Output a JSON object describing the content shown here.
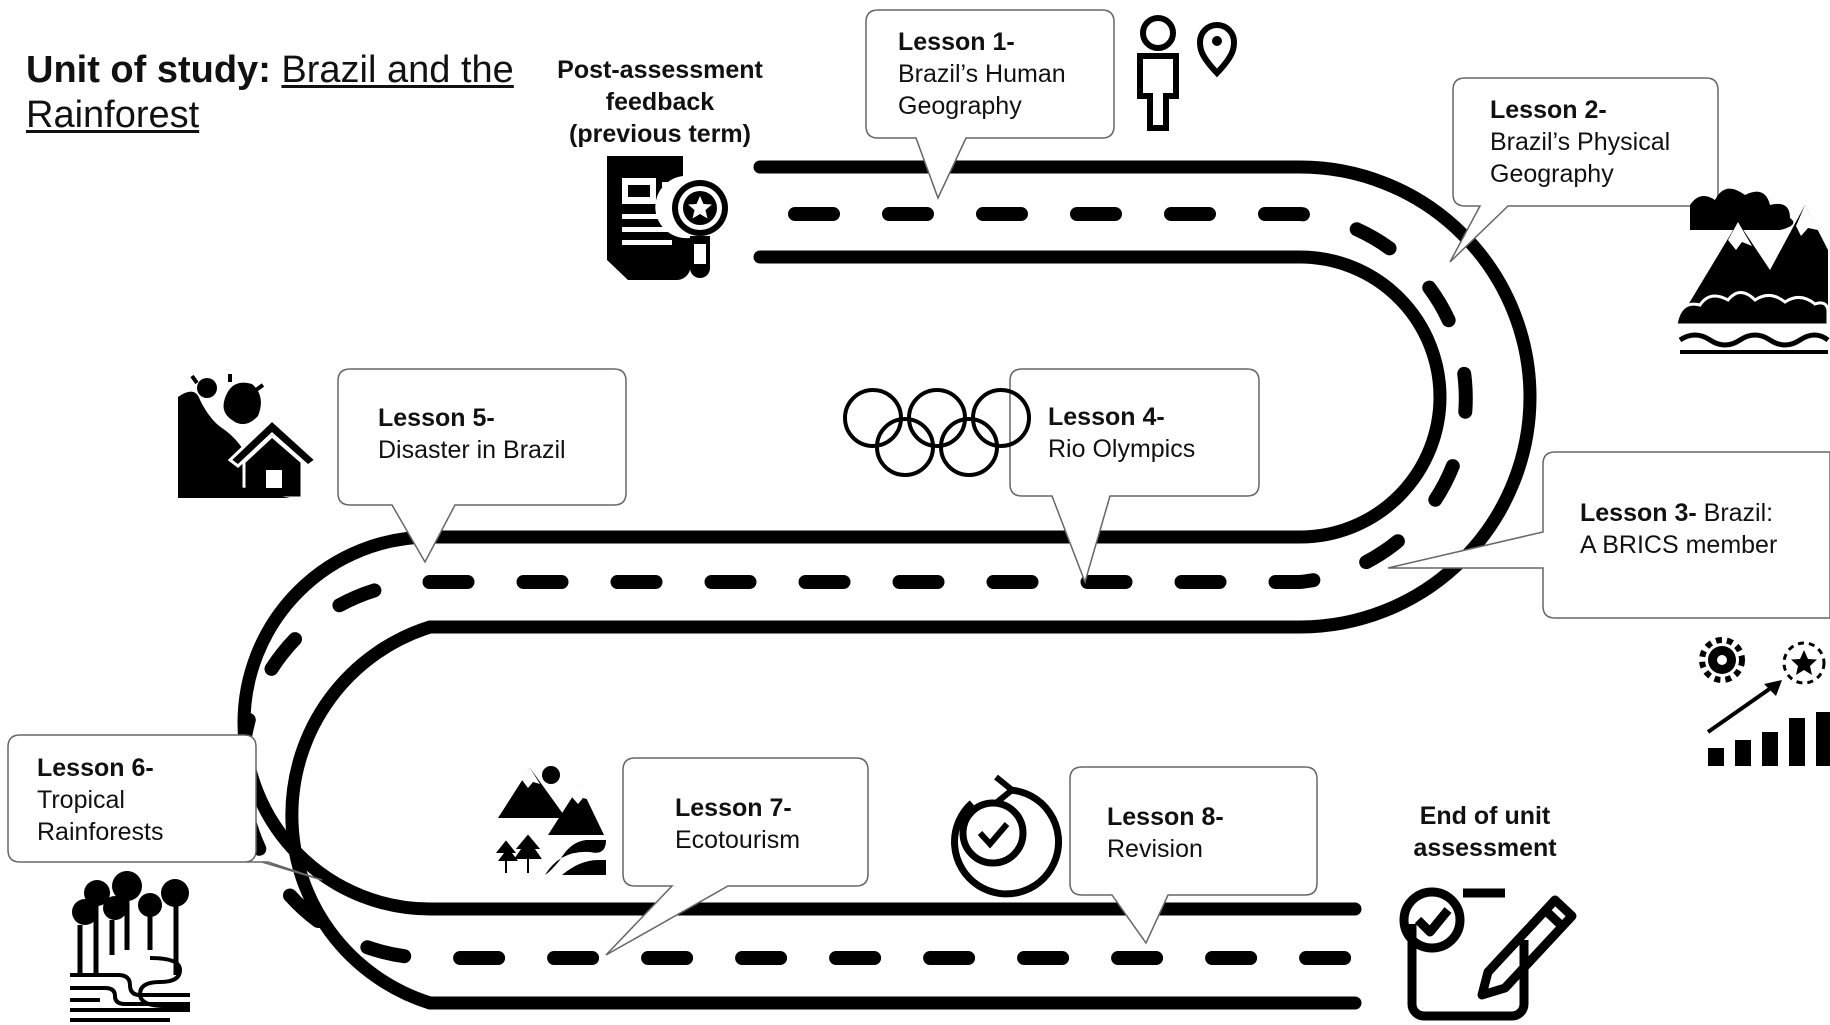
{
  "title": {
    "prefix": "Unit of study:",
    "topic": "Brazil and the Rainforest"
  },
  "start": {
    "label_lines": [
      "Post-assessment",
      "feedback",
      "(previous term)"
    ],
    "icon": "document-star-icon"
  },
  "end": {
    "label_lines": [
      "End of unit",
      "assessment"
    ],
    "icon": "clipboard-check-pencil-icon"
  },
  "lessons": [
    {
      "heading": "Lesson 1-",
      "text_lines": [
        "Brazil’s Human",
        "Geography"
      ],
      "icon": "person-location-icon"
    },
    {
      "heading": "Lesson 2-",
      "text_lines": [
        "Brazil’s Physical",
        "Geography"
      ],
      "icon": "mountains-forest-icon"
    },
    {
      "heading": "Lesson 3-",
      "inline": " Brazil:",
      "text_lines": [
        "A BRICS member"
      ],
      "icon": "growth-chart-icon"
    },
    {
      "heading": "Lesson 4-",
      "text_lines": [
        "Rio Olympics"
      ],
      "icon": "olympic-rings-icon"
    },
    {
      "heading": "Lesson 5-",
      "text_lines": [
        "Disaster in Brazil"
      ],
      "icon": "landslide-house-icon"
    },
    {
      "heading": "Lesson 6-",
      "text_lines": [
        "Tropical",
        "Rainforests"
      ],
      "icon": "forest-river-icon"
    },
    {
      "heading": "Lesson 7-",
      "text_lines": [
        "Ecotourism"
      ],
      "icon": "mountains-trail-icon"
    },
    {
      "heading": "Lesson 8-",
      "text_lines": [
        "Revision"
      ],
      "icon": "refresh-check-icon"
    }
  ]
}
